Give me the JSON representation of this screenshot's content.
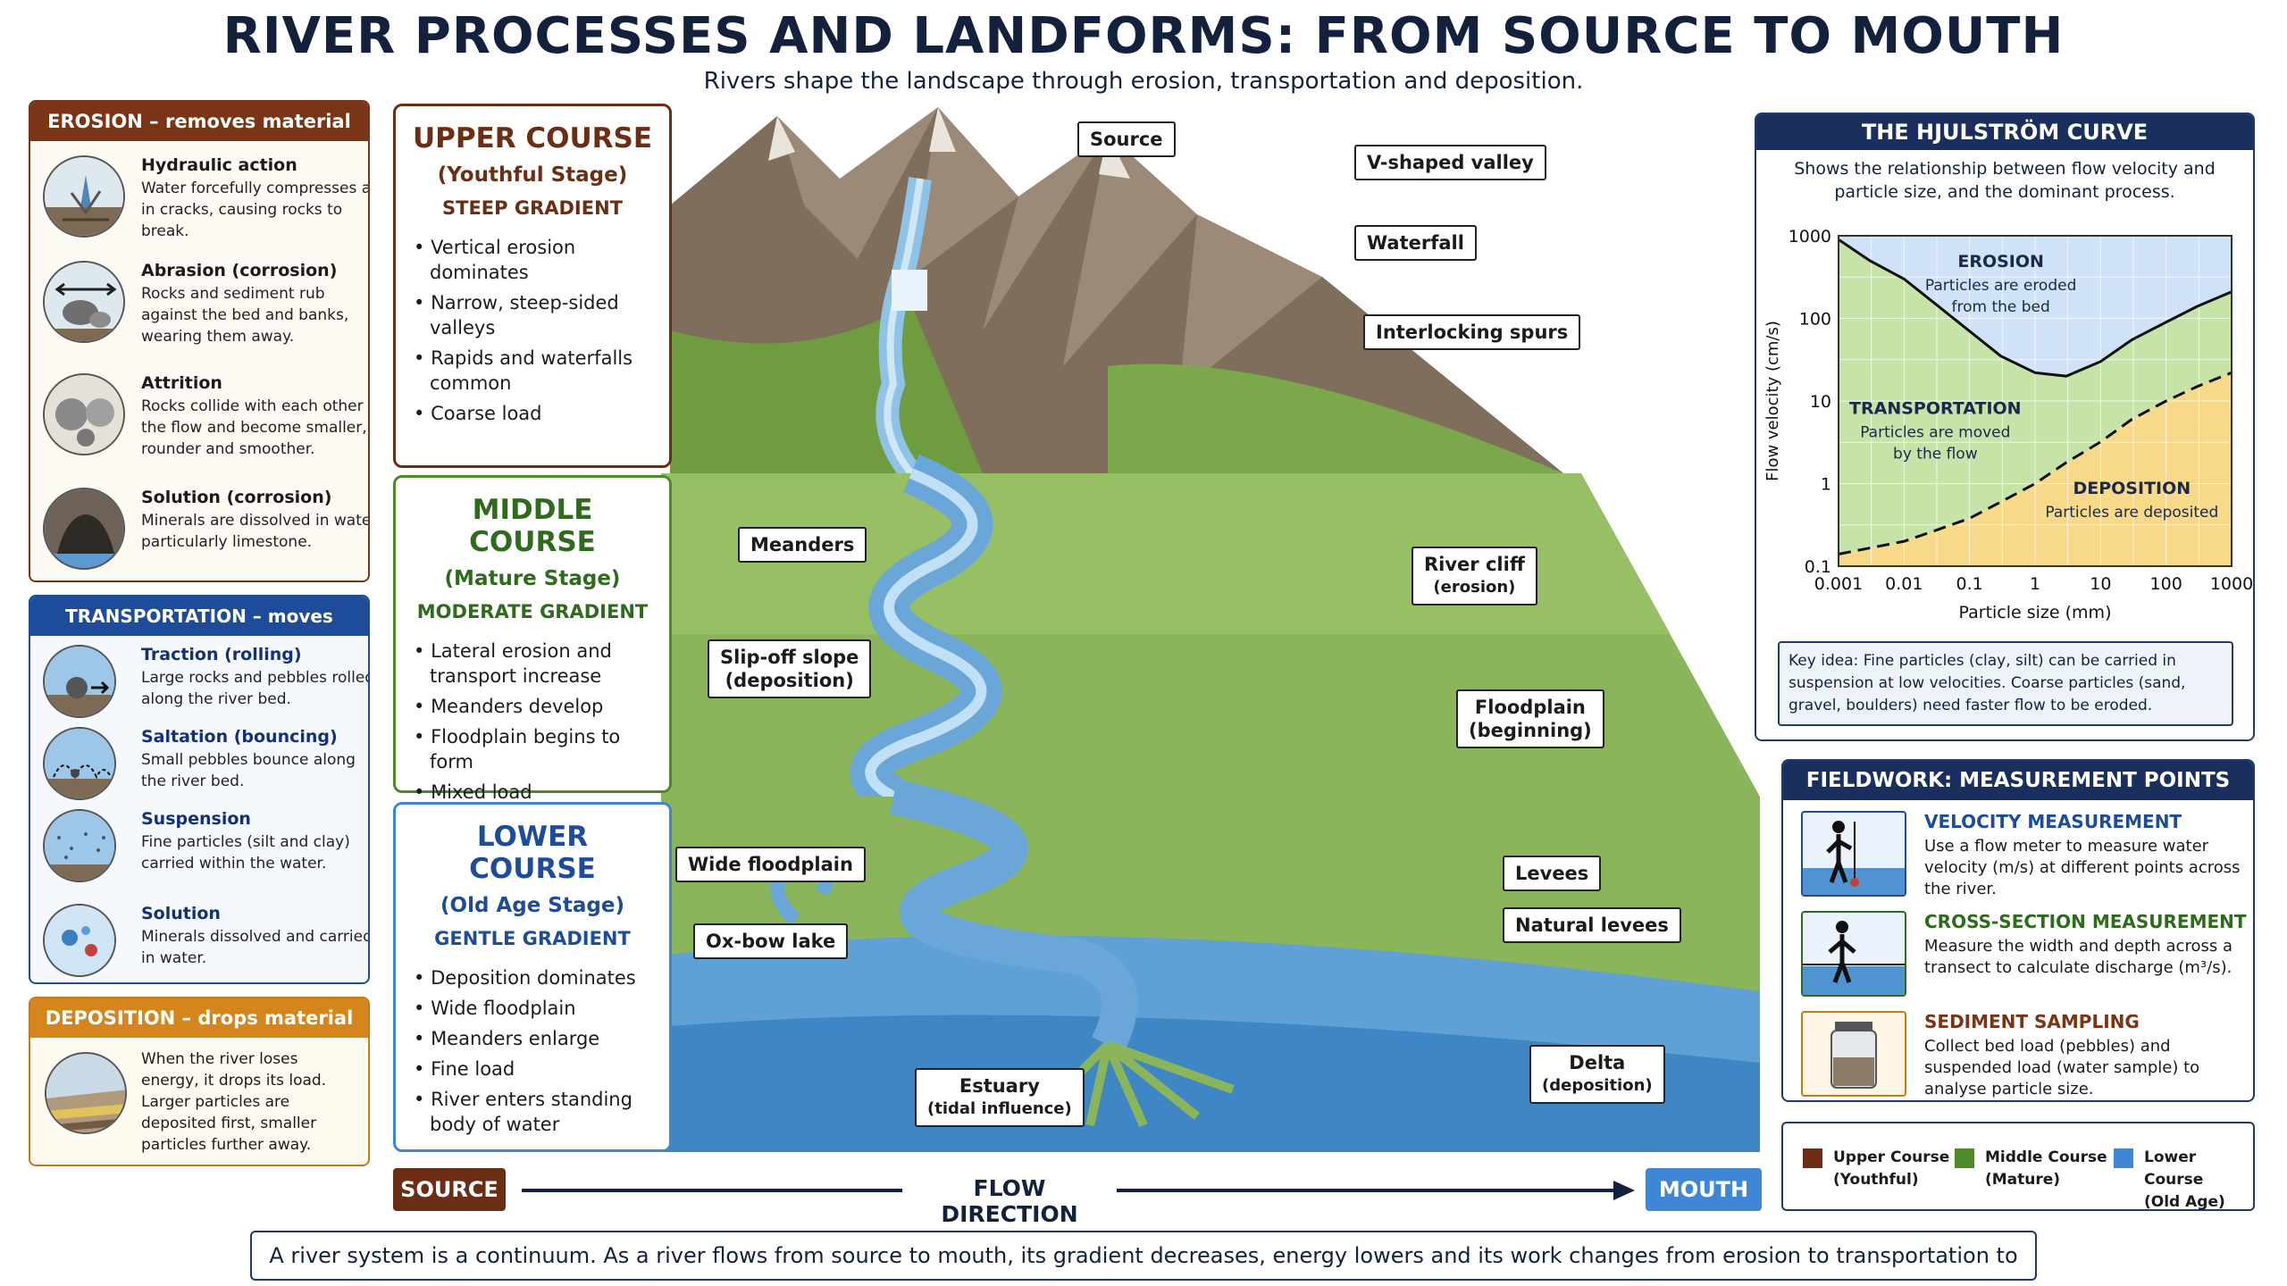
{
  "title": "RIVER PROCESSES AND LANDFORMS: FROM SOURCE TO MOUTH",
  "subtitle": "Rivers shape the landscape through erosion, transportation and deposition.",
  "colors": {
    "upper": "#6b2d14",
    "middle": "#4e8a2a",
    "lower": "#3f86d4",
    "navy": "#14213d",
    "erosion_head": "#7a3416",
    "transport_head": "#1d4d9a",
    "deposition_head": "#c97a12"
  },
  "erosion": {
    "header": "EROSION – removes material",
    "items": [
      {
        "name": "Hydraulic action",
        "desc": "Water forcefully compresses air in cracks, causing rocks to break."
      },
      {
        "name": "Abrasion (corrosion)",
        "desc": "Rocks and sediment rub against the bed and banks, wearing them away."
      },
      {
        "name": "Attrition",
        "desc": "Rocks collide with each other in the flow and become smaller, rounder and smoother."
      },
      {
        "name": "Solution (corrosion)",
        "desc": "Minerals are dissolved in water, particularly limestone."
      }
    ]
  },
  "transportation": {
    "header": "TRANSPORTATION – moves material",
    "items": [
      {
        "name": "Traction (rolling)",
        "desc": "Large rocks and pebbles rolled along the river bed."
      },
      {
        "name": "Saltation (bouncing)",
        "desc": "Small pebbles bounce along the river bed."
      },
      {
        "name": "Suspension",
        "desc": "Fine particles (silt and clay) carried within the water."
      },
      {
        "name": "Solution",
        "desc": "Minerals dissolved and carried in water."
      }
    ]
  },
  "deposition": {
    "header": "DEPOSITION – drops material",
    "desc": "When the river loses energy, it drops its load. Larger particles are deposited first, smaller particles further away."
  },
  "courses": {
    "upper": {
      "name": "UPPER COURSE",
      "stage": "(Youthful Stage)",
      "gradient": "STEEP GRADIENT",
      "points": [
        "Vertical erosion dominates",
        "Narrow, steep-sided valleys",
        "Rapids and waterfalls common",
        "Coarse load"
      ]
    },
    "middle": {
      "name": "MIDDLE COURSE",
      "stage": "(Mature Stage)",
      "gradient": "MODERATE GRADIENT",
      "points": [
        "Lateral erosion and transport increase",
        "Meanders develop",
        "Floodplain begins to form",
        "Mixed load"
      ]
    },
    "lower": {
      "name": "LOWER COURSE",
      "stage": "(Old Age Stage)",
      "gradient": "GENTLE GRADIENT",
      "points": [
        "Deposition dominates",
        "Wide floodplain",
        "Meanders enlarge",
        "Fine load",
        "River enters standing body of water"
      ]
    }
  },
  "landforms": {
    "source": "Source",
    "vvalley": "V-shaped valley",
    "waterfall": "Waterfall",
    "spurs": "Interlocking spurs",
    "meanders": "Meanders",
    "cliff": "River cliff",
    "cliff_note": "(erosion)",
    "slipoff": "Slip-off slope",
    "slipoff_note": "(deposition)",
    "floodplain_mid": "Floodplain",
    "floodplain_mid_note": "(beginning)",
    "wide_floodplain": "Wide floodplain",
    "oxbow": "Ox-bow lake",
    "levees": "Levees",
    "natural_levees": "Natural levees",
    "delta": "Delta",
    "delta_note": "(deposition)",
    "estuary": "Estuary",
    "estuary_note": "(tidal influence)"
  },
  "hjulstrom": {
    "header": "THE HJULSTRÖM CURVE",
    "subtitle": "Shows the relationship between flow velocity and particle size, and the dominant process.",
    "key": "Key idea: Fine particles (clay, silt) can be carried in suspension at low velocities. Coarse particles (sand, gravel, boulders) need faster flow to be eroded."
  },
  "chart_data": {
    "type": "area",
    "xlabel": "Particle size (mm)",
    "ylabel": "Flow velocity (cm/s)",
    "xscale": "log",
    "yscale": "log",
    "xlim": [
      0.001,
      1000
    ],
    "ylim": [
      0.1,
      1000
    ],
    "x_ticks": [
      "0.001",
      "0.01",
      "0.1",
      "1",
      "10",
      "100",
      "1000"
    ],
    "y_ticks": [
      "0.1",
      "1",
      "10",
      "100",
      "1000"
    ],
    "grid": true,
    "series": [
      {
        "x": [
          0.001,
          0.003,
          0.01,
          0.03,
          0.1,
          0.3,
          1,
          3,
          10,
          30,
          100,
          300,
          1000
        ],
        "y": [
          900,
          500,
          300,
          150,
          70,
          35,
          22,
          20,
          30,
          55,
          90,
          140,
          210
        ]
      },
      {
        "x": [
          0.001,
          0.01,
          0.03,
          0.1,
          0.3,
          1,
          3,
          10,
          30,
          100,
          300,
          1000
        ],
        "y": [
          0.14,
          0.2,
          0.27,
          0.38,
          0.6,
          1.0,
          1.8,
          3.2,
          6,
          10,
          15,
          22
        ]
      }
    ],
    "regions": [
      {
        "name": "EROSION",
        "note": "Particles are eroded from the bed",
        "color": "#cfe2f7"
      },
      {
        "name": "TRANSPORTATION",
        "note": "Particles are moved by the flow",
        "color": "#c6e3a8"
      },
      {
        "name": "DEPOSITION",
        "note": "Particles are deposited",
        "color": "#f8d98a"
      }
    ]
  },
  "fieldwork": {
    "header": "FIELDWORK: MEASUREMENT POINTS",
    "items": [
      {
        "title": "VELOCITY MEASUREMENT",
        "desc": "Use a flow meter to measure water velocity (m/s) at different points across the river.",
        "color": "#1d4d9a",
        "icon": "flow-meter-icon"
      },
      {
        "title": "CROSS-SECTION MEASUREMENT",
        "desc": "Measure the width and depth across a transect to calculate discharge (m³/s).",
        "color": "#2f6b1c",
        "icon": "cross-section-icon"
      },
      {
        "title": "SEDIMENT SAMPLING",
        "desc": "Collect bed load (pebbles) and suspended load (water sample) to analyse particle size.",
        "color": "#7a3416",
        "icon": "sample-jar-icon"
      }
    ]
  },
  "legend": [
    {
      "label": "Upper Course",
      "sub": "(Youthful)",
      "color": "#6b2d14"
    },
    {
      "label": "Middle Course",
      "sub": "(Mature)",
      "color": "#4e8a2a"
    },
    {
      "label": "Lower Course",
      "sub": "(Old Age)",
      "color": "#3f86d4"
    }
  ],
  "flow": {
    "source": "SOURCE",
    "direction": "FLOW DIRECTION",
    "mouth": "MOUTH"
  },
  "footer": "A river system is a continuum. As a river flows from source to mouth, its gradient decreases, energy lowers and its work changes from erosion to transportation to deposition."
}
